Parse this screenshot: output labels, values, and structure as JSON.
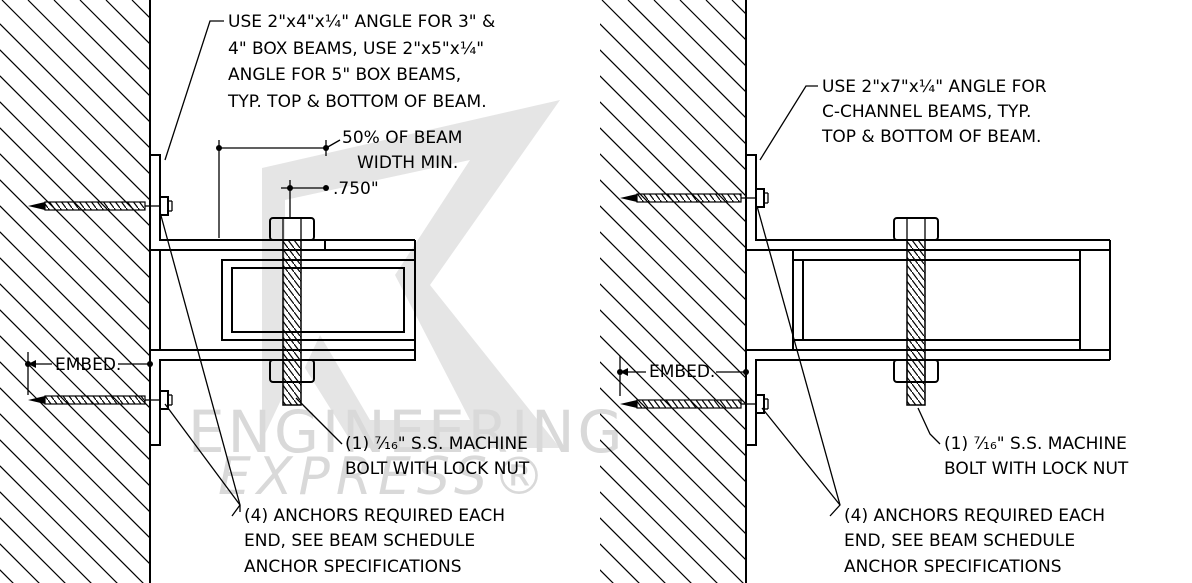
{
  "watermark": {
    "line1": "ENGINEERING",
    "line2": "EXPRESS®"
  },
  "left_detail": {
    "angle_note": [
      "USE 2\"x4\"x¼\" ANGLE FOR 3\" &",
      "4\" BOX BEAMS, USE 2\"x5\"x¼\"",
      "ANGLE FOR 5\" BOX BEAMS,",
      "TYP. TOP & BOTTOM OF BEAM."
    ],
    "beam_width_note": [
      "50% OF BEAM",
      "WIDTH MIN."
    ],
    "offset_dim": ".750\"",
    "embed_label": "EMBED.",
    "bolt_note": [
      "(1) ⁷⁄₁₆\" S.S. MACHINE",
      "BOLT WITH LOCK NUT"
    ],
    "anchor_note": [
      "(4) ANCHORS REQUIRED EACH",
      "END, SEE BEAM SCHEDULE",
      "ANCHOR SPECIFICATIONS"
    ]
  },
  "right_detail": {
    "angle_note": [
      "USE 2\"x7\"x¼\" ANGLE FOR",
      "C-CHANNEL BEAMS, TYP.",
      "TOP & BOTTOM OF BEAM."
    ],
    "embed_label": "EMBED.",
    "bolt_note": [
      "(1) ⁷⁄₁₆\" S.S. MACHINE",
      "BOLT WITH LOCK NUT"
    ],
    "anchor_note": [
      "(4) ANCHORS REQUIRED EACH",
      "END, SEE BEAM SCHEDULE",
      "ANCHOR SPECIFICATIONS"
    ]
  }
}
